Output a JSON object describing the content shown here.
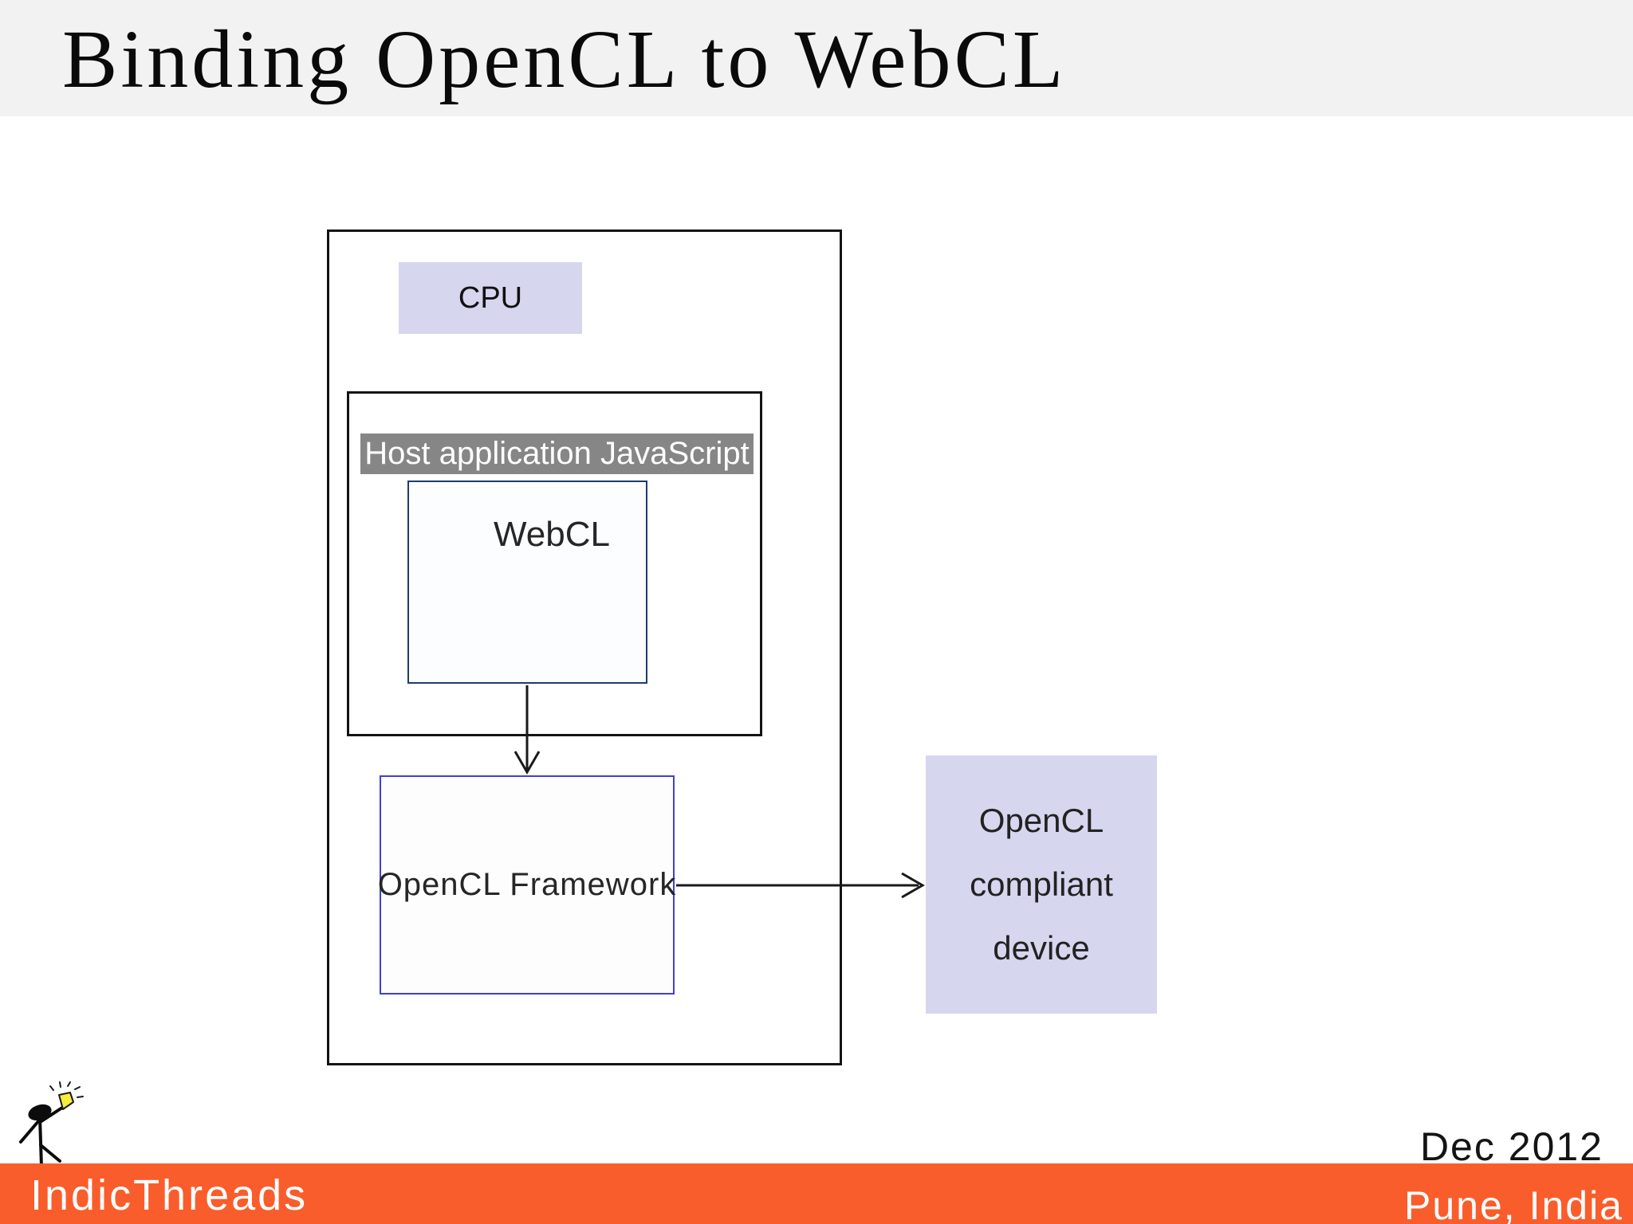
{
  "slide": {
    "title": "Binding OpenCL to WebCL"
  },
  "diagram": {
    "cpu_label": "CPU",
    "host_label": "Host application JavaScript",
    "webcl_label": "WebCL",
    "framework_label": "OpenCL Framework",
    "device_lines": [
      "OpenCL",
      "compliant",
      "device"
    ],
    "arrow_down": "webcl-to-framework",
    "arrow_right": "framework-to-device"
  },
  "footer": {
    "brand": "IndicThreads",
    "date": "Dec 2012",
    "location": "Pune, India"
  },
  "colors": {
    "title_band_bg": "#f2f2f2",
    "lavender": "#d6d6ef",
    "gray_label_bg": "#868686",
    "webcl_border": "#1f3a6b",
    "framework_border": "#4040cc",
    "footer_orange": "#f95d2c",
    "arrow_black": "#1a1a1a",
    "bulb_yellow": "#f6ee3c"
  }
}
